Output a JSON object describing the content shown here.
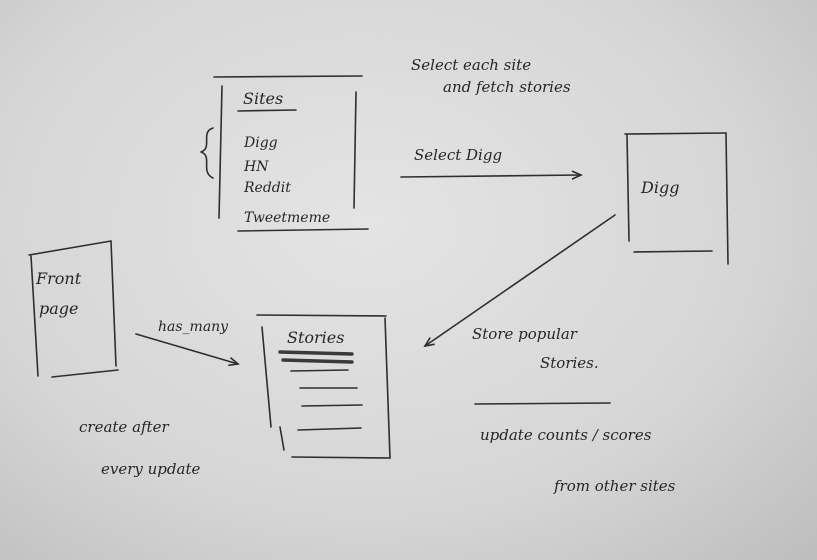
{
  "sites_box": {
    "title": "Sites",
    "items": [
      "Digg",
      "HN",
      "Reddit",
      "Tweetmeme"
    ]
  },
  "notes": {
    "select_each_line1": "Select each site",
    "select_each_line2": "and fetch stories",
    "select_digg": "Select Digg",
    "store_popular_line1": "Store popular",
    "store_popular_line2": "Stories.",
    "has_many": "has_many",
    "create_after_line1": "create after",
    "create_after_line2": "every update",
    "update_counts_line1": "update counts / scores",
    "update_counts_line2": "from other sites"
  },
  "digg_box": {
    "label": "Digg"
  },
  "front_page_box": {
    "line1": "Front",
    "line2": "page"
  },
  "stories_box": {
    "title": "Stories"
  }
}
